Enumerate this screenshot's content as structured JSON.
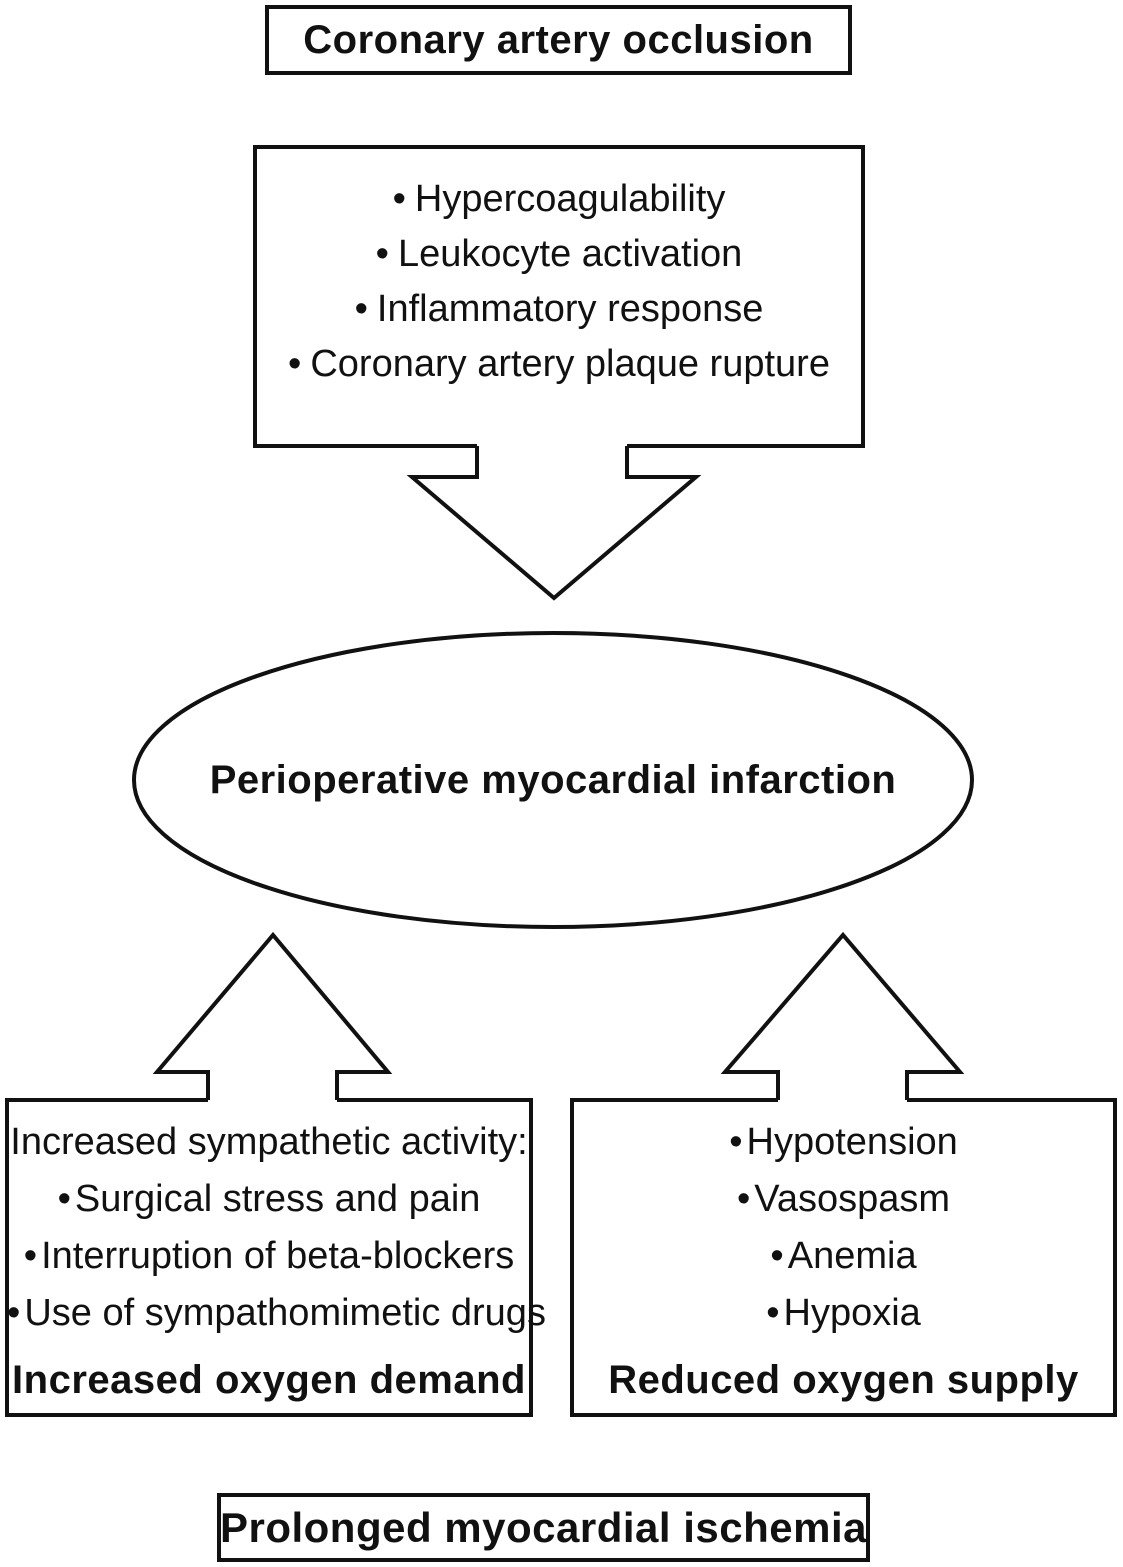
{
  "diagram": {
    "title_box": {
      "label": "Coronary artery occlusion"
    },
    "causes_box": {
      "bullet": "•",
      "items": [
        "Hypercoagulability",
        "Leukocyte activation",
        "Inflammatory response",
        "Coronary artery plaque rupture"
      ]
    },
    "central_ellipse": {
      "label": "Perioperative myocardial infarction"
    },
    "demand_box": {
      "heading": "Increased sympathetic activity:",
      "bullet": "•",
      "items": [
        "Surgical stress and pain",
        "Interruption of beta-blockers",
        "Use of sympathomimetic drugs"
      ],
      "footer": "Increased oxygen demand"
    },
    "supply_box": {
      "bullet": "•",
      "items": [
        "Hypotension",
        "Vasospasm",
        "Anemia",
        "Hypoxia"
      ],
      "footer": "Reduced oxygen supply"
    },
    "outcome_box": {
      "label": "Prolonged myocardial ischemia"
    },
    "colors": {
      "line": "#111111",
      "text": "#111111",
      "background": "#ffffff"
    }
  }
}
